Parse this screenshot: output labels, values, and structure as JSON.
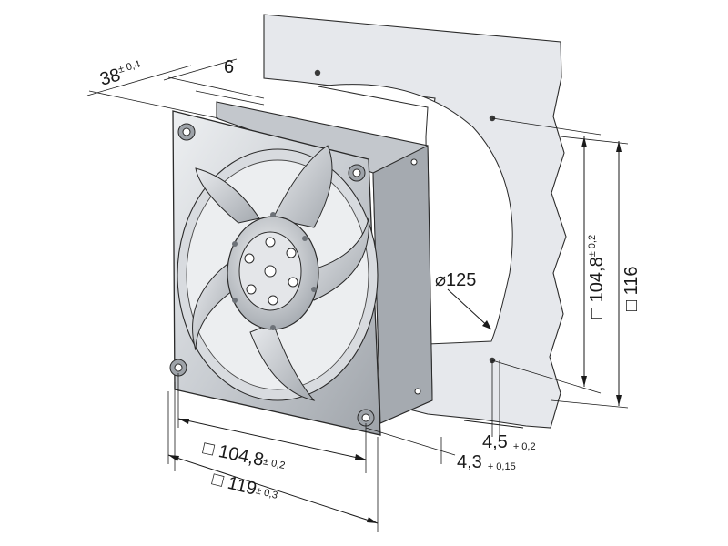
{
  "dimensions": {
    "depth": {
      "value": "38",
      "tol": "± 0,4"
    },
    "flange": {
      "value": "6"
    },
    "hole_h": {
      "prefix": "□ ",
      "value": "104,8",
      "tol": "± 0,2"
    },
    "outer_h": {
      "prefix": "□ ",
      "value": "119",
      "tol": "± 0,3"
    },
    "diameter": {
      "value": "⌀125"
    },
    "hole_dia": {
      "value": "4,5",
      "tol": "+ 0,2"
    },
    "hole_dia2": {
      "value": "4,3",
      "tol": "+ 0,15"
    },
    "hole_v": {
      "prefix": "□ ",
      "value": "104,8",
      "tol": "± 0,2"
    },
    "panel_v": {
      "prefix": "□ ",
      "value": "116"
    }
  },
  "colors": {
    "panel": "#e6e8ec",
    "metal_light": "#dfe2e6",
    "metal_mid": "#b9bdc3",
    "metal_dark": "#8e9399",
    "line": "#1a1a1a"
  }
}
